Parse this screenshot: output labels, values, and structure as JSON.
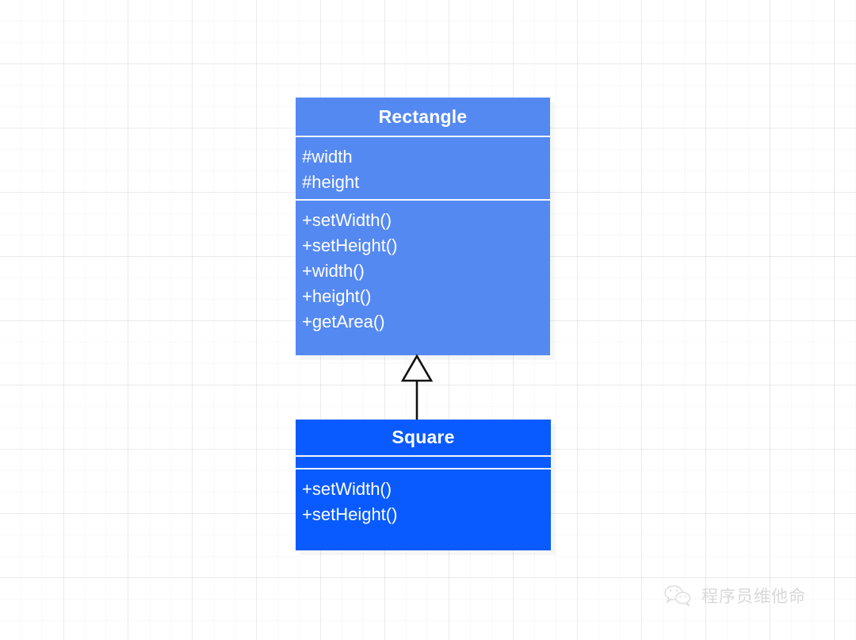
{
  "diagram": {
    "type": "uml-class-diagram",
    "background": {
      "color": "#ffffff",
      "grid": true,
      "grid_minor_size": 27,
      "grid_major_size": 81,
      "grid_color": "#e8e8ea"
    },
    "classes": [
      {
        "id": "rectangle",
        "name": "Rectangle",
        "fill": "#5589f2",
        "text_color": "#ffffff",
        "attributes": [
          "#width",
          "#height"
        ],
        "operations": [
          "+setWidth()",
          "+setHeight()",
          "+width()",
          "+height()",
          "+getArea()"
        ]
      },
      {
        "id": "square",
        "name": "Square",
        "fill": "#0a5bff",
        "text_color": "#ffffff",
        "attributes": [],
        "operations": [
          "+setWidth()",
          "+setHeight()"
        ]
      }
    ],
    "relationships": [
      {
        "type": "generalization",
        "from": "Square",
        "to": "Rectangle",
        "marker": "hollow-triangle",
        "line_color": "#000000"
      }
    ]
  },
  "watermark": {
    "icon": "wechat-icon",
    "text": "程序员维他命",
    "color": "#d6d6d8"
  }
}
